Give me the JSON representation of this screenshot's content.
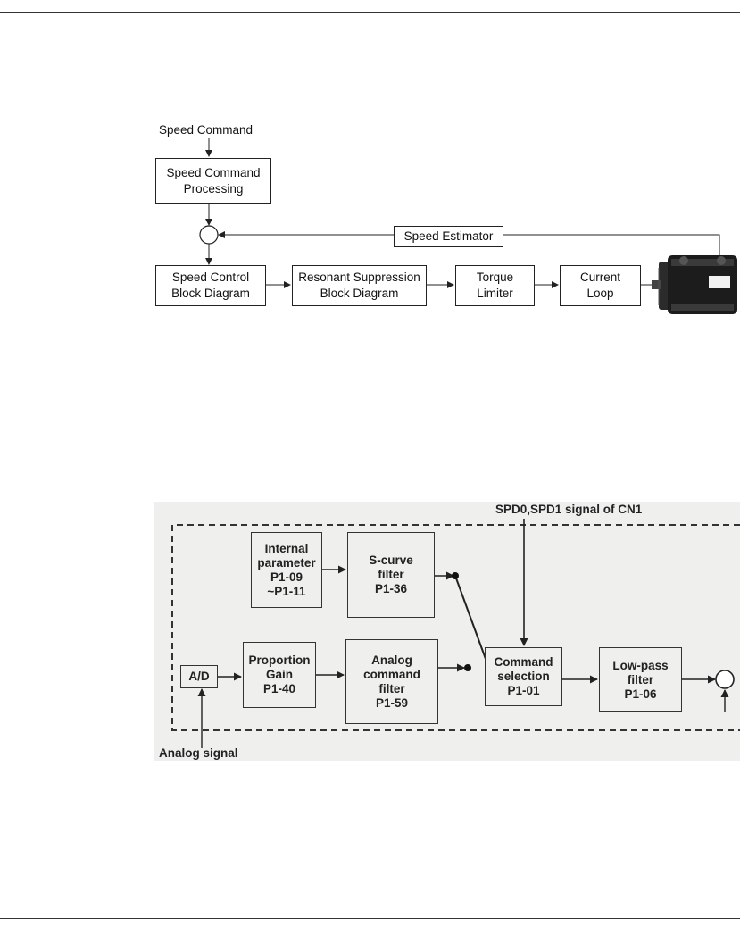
{
  "speed_loop_diagram": {
    "input_label": "Speed Command",
    "blocks": {
      "command_processing": "Speed Command\nProcessing",
      "speed_control": "Speed Control\nBlock Diagram",
      "resonant_suppression": "Resonant Suppression\nBlock Diagram",
      "torque_limiter": "Torque\nLimiter",
      "current_loop": "Current\nLoop",
      "speed_estimator": "Speed Estimator"
    }
  },
  "speed_command_diagram": {
    "top_signal_label": "SPD0,SPD1 signal of CN1",
    "bottom_signal_label": "Analog signal",
    "blocks": {
      "internal_parameter": "Internal\nparameter\nP1-09\n~P1-11",
      "s_curve_filter": "S-curve\nfilter\nP1-36",
      "ad_converter": "A/D",
      "proportion_gain": "Proportion\nGain\nP1-40",
      "analog_command_filter": "Analog\ncommand\nfilter\nP1-59",
      "command_selection": "Command\nselection\nP1-01",
      "low_pass_filter": "Low-pass\nfilter\nP1-06"
    }
  }
}
